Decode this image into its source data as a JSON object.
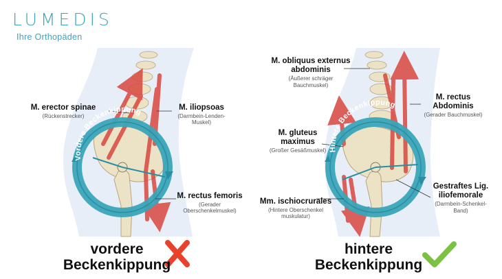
{
  "brand": {
    "name": "LUMEDIS",
    "tagline": "Ihre Orthopäden"
  },
  "left": {
    "arc_label": "Vordere Beckenkippung",
    "title_line1": "vordere",
    "title_line2": "Beckenkippung",
    "verdict_icon": "cross-icon",
    "labels": {
      "erector": {
        "name": "M. erector spinae",
        "desc": "(Rückenstrecker)"
      },
      "iliopsoas": {
        "name": "M. iliopsoas",
        "desc1": "(Darmbein-Lenden-",
        "desc2": "Muskel)"
      },
      "femoris": {
        "name": "M. rectus femoris",
        "desc1": "(Gerader",
        "desc2": "Oberschenkelmuskel)"
      }
    }
  },
  "right": {
    "arc_label": "Hintere Beckenkippung",
    "title_line1": "hintere",
    "title_line2": "Beckenkippung",
    "verdict_icon": "check-icon",
    "labels": {
      "obliquus": {
        "name1": "M. obliquus externus",
        "name2": "abdominis",
        "desc1": "(Äußerer schräger",
        "desc2": "Bauchmuskel)"
      },
      "rectus_abd": {
        "name1": "M. rectus",
        "name2": "Abdominis",
        "desc": "(Gerader Bauchmuskel)"
      },
      "gluteus": {
        "name1": "M. gluteus",
        "name2": "maximus",
        "desc": "(Großer Gesäßmuskel)"
      },
      "lig": {
        "name1": "Gestraftes Lig.",
        "name2": "iliofemorale",
        "desc1": "(Darmbein-Schenkel-",
        "desc2": "Band)"
      },
      "ischio": {
        "name": "Mm. ischiocrurales",
        "desc1": "(Hintere Oberschenkel",
        "desc2": "muskulatur)"
      }
    }
  },
  "colors": {
    "accent": "#3aa4b8",
    "muscle": "#d9473f",
    "bone": "#ece2c6",
    "skin": "#e7eef7",
    "cross": "#e8412c",
    "check": "#7cc242"
  }
}
